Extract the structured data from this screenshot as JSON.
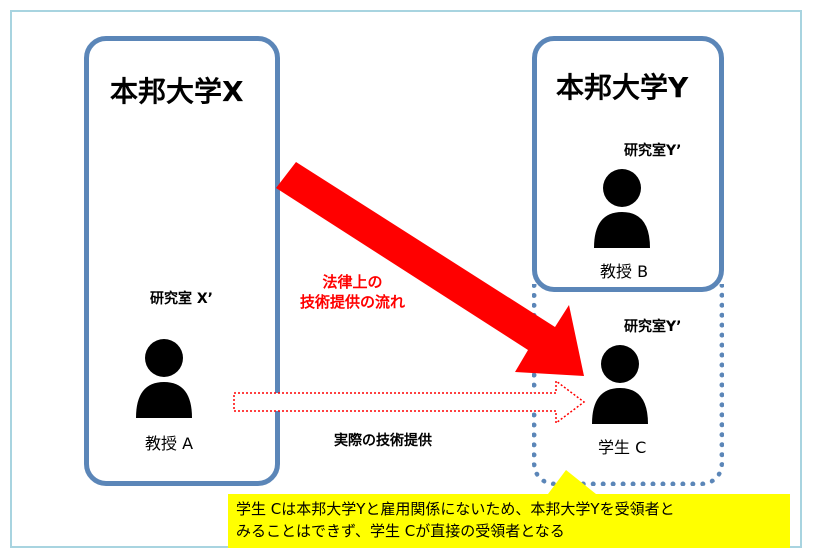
{
  "university_x": {
    "title": "本邦大学X",
    "lab": "研究室 X’",
    "person": "教授 A"
  },
  "university_y": {
    "title": "本邦大学Y",
    "lab_top": "研究室Y’",
    "person_top": "教授 B",
    "lab_bottom": "研究室Y’",
    "person_bottom": "学生 C"
  },
  "legal_flow_label": [
    "法律上の",
    "技術提供の流れ"
  ],
  "actual_flow_label": "実際の技術提供",
  "callout": [
    "学生 Cは本邦大学Yと雇用関係にないため、本邦大学Yを受領者と",
    "みることはできず、学生 Cが直接の受領者となる"
  ],
  "colors": {
    "box_border": "#5b86b8",
    "legal_arrow": "#ff0000",
    "actual_arrow_border": "#ff0000",
    "callout_bg": "#ffff00",
    "person_icon": "#000000"
  }
}
